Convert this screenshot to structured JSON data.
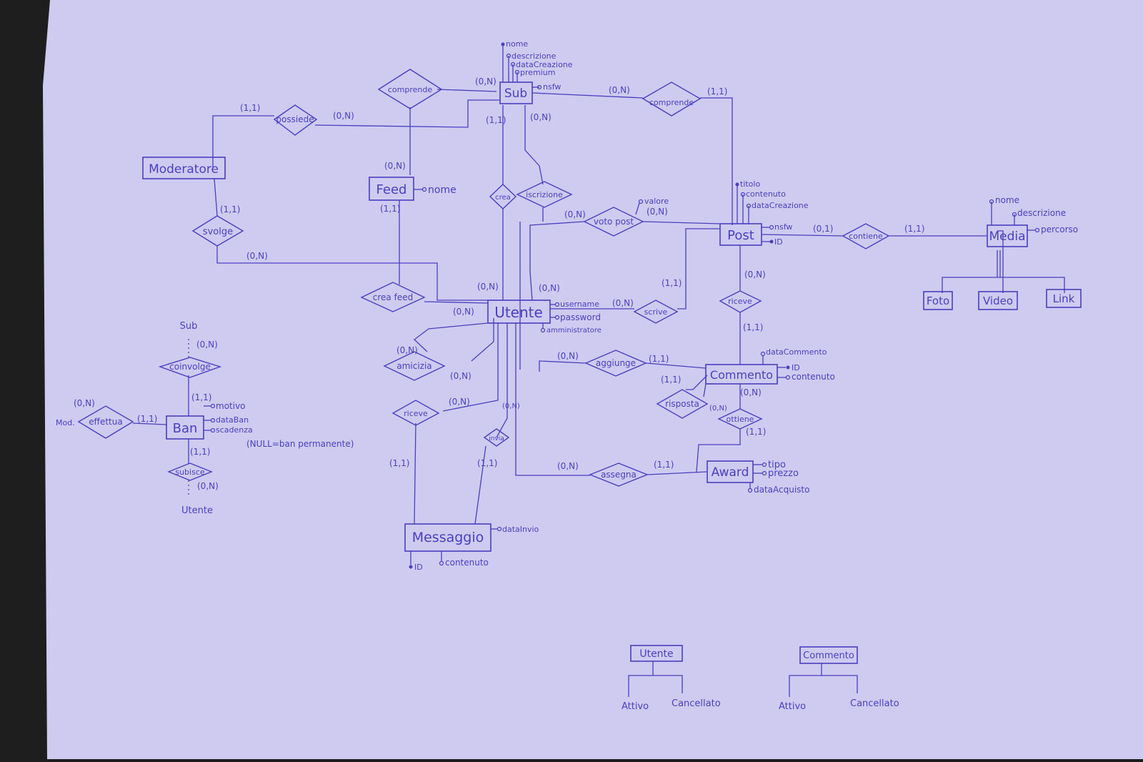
{
  "entities": {
    "sub": "Sub",
    "moderatore": "Moderatore",
    "feed": "Feed",
    "post": "Post",
    "media": "Media",
    "foto": "Foto",
    "video": "Video",
    "link": "Link",
    "utente": "Utente",
    "commento": "Commento",
    "award": "Award",
    "messaggio": "Messaggio",
    "ban": "Ban",
    "utente_small": "Utente",
    "commento_small": "Commento"
  },
  "relationships": {
    "comprende": "comprende",
    "possiede": "possiede",
    "contiene_comprende": "comprende",
    "svolge": "svolge",
    "crea": "crea",
    "iscrizione": "iscrizione",
    "voto_post": "voto post",
    "contiene": "contiene",
    "crea_feed": "crea feed",
    "scrive": "scrive",
    "riceve_post": "riceve",
    "amicizia": "amicizia",
    "aggiunge": "aggiunge",
    "risposta": "risposta",
    "ottiene": "ottiene",
    "riceve_msg": "riceve",
    "invia": "invia",
    "assegna": "assegna",
    "coinvolge": "coinvolge",
    "effettua": "effettua",
    "subisce": "subisce"
  },
  "attributes": {
    "sub": [
      "nome",
      "descrizione",
      "dataCreazione",
      "premium",
      "nsfw"
    ],
    "feed": [
      "nome"
    ],
    "post_top": [
      "titolo",
      "contenuto",
      "dataCreazione"
    ],
    "post_right": [
      "nsfw",
      "ID"
    ],
    "media_top": [
      "nome",
      "descrizione"
    ],
    "media_right": [
      "percorso"
    ],
    "voto_post": [
      "valore"
    ],
    "utente": [
      "username",
      "password",
      "amministratore"
    ],
    "commento_top": [
      "dataCommento"
    ],
    "commento_right": [
      "ID",
      "contenuto"
    ],
    "award": [
      "tipo",
      "prezzo",
      "dataAcquisto"
    ],
    "messaggio_right": [
      "dataInvio"
    ],
    "messaggio_bottom": [
      "ID",
      "contenuto"
    ],
    "ban": [
      "motivo",
      "dataBan",
      "scadenza"
    ],
    "ban_note": "(NULL=ban permanente)"
  },
  "labels": {
    "sub_above_coinvolge": "Sub",
    "utente_below_subisce": "Utente",
    "mod_left_effettua": "Mod."
  },
  "subclasses": {
    "utente": [
      "Attivo",
      "Cancellato"
    ],
    "commento": [
      "Attivo",
      "Cancellato"
    ]
  },
  "cardinalities": {
    "sub_comprende": "(0,N)",
    "mod_possiede": "(1,1)",
    "possiede_sub": "(0,N)",
    "sub_contiene": "(0,N)",
    "contiene_post": "(1,1)",
    "sub_crea": "(1,1)",
    "sub_iscrizione": "(0,N)",
    "feed_comprende": "(0,N)",
    "feed_creafeed": "(1,1)",
    "mod_svolge": "(1,1)",
    "svolge_utente": "(0,N)",
    "utente_votopost": "(0,N)",
    "votopost_post": "(0,N)",
    "post_media": "(0,1)",
    "media_post": "(1,1)",
    "utente_crea": "(0,N)",
    "utente_iscrizione": "(0,N)",
    "utente_left": "(0,N)",
    "utente_scrive": "(0,N)",
    "scrive_post": "(1,1)",
    "post_riceve": "(0,N)",
    "riceve_commento": "(1,1)",
    "amicizia_a": "(0,N)",
    "amicizia_b": "(0,N)",
    "utente_aggiunge": "(0,N)",
    "aggiunge_commento": "(1,1)",
    "risposta_a": "(1,1)",
    "risposta_b": "(0,N)",
    "commento_ottiene": "(0,N)",
    "ottiene_award": "(1,1)",
    "utente_ricevemsg": "(0,N)",
    "utente_invia": "(0,N)",
    "ricevemsg_msg": "(1,1)",
    "invia_msg": "(1,1)",
    "utente_assegna": "(0,N)",
    "assegna_award": "(1,1)",
    "sub_coinvolge": "(0,N)",
    "ban_coinvolge": "(1,1)",
    "mod_effettua": "(0,N)",
    "effettua_ban": "(1,1)",
    "ban_subisce": "(1,1)",
    "subisce_utente": "(0,N)"
  }
}
